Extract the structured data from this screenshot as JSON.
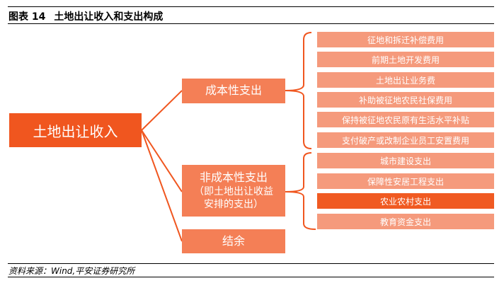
{
  "title": {
    "label": "图表 14",
    "text": "土地出让收入和支出构成"
  },
  "root": "土地出让收入",
  "cost": {
    "label": "成本性支出",
    "items": [
      "征地和拆迁补偿费用",
      "前期土地开发费用",
      "土地出让业务费",
      "补助被征地农民社保费用",
      "保持被征地农民原有生活水平补贴",
      "支付破产或改制企业员工安置费用"
    ]
  },
  "noncost": {
    "label": "非成本性支出",
    "sub1": "（即土地出让收益",
    "sub2": "安排的支出）",
    "items": [
      "城市建设支出",
      "保障性安居工程支出",
      "农业农村支出",
      "教育资金支出"
    ],
    "highlighted_index": 2
  },
  "surplus": "结余",
  "footer": "资料来源：Wind,平安证券研究所",
  "colors": {
    "root": "#f0561f",
    "mid": "#f47f56",
    "item": "#f59a7c",
    "highlight": "#f05a22"
  }
}
